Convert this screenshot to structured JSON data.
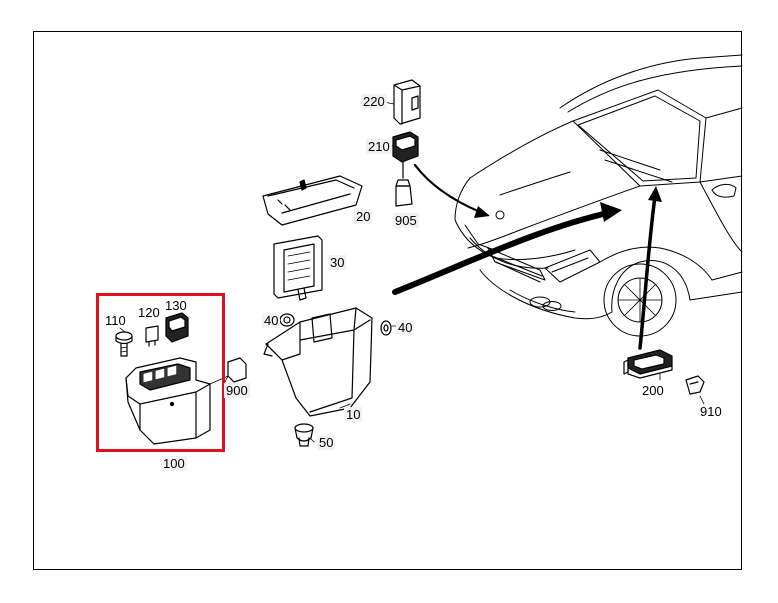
{
  "colors": {
    "highlight": "#e0101c",
    "line": "#000000",
    "label_bg": "#f2f2f2"
  },
  "callouts": {
    "c220": "220",
    "c210": "210",
    "c905": "905",
    "c20": "20",
    "c30": "30",
    "c40_left": "40",
    "c40_right": "40",
    "c110": "110",
    "c120": "120",
    "c130": "130",
    "c900": "900",
    "c10": "10",
    "c50": "50",
    "c100": "100",
    "c200": "200",
    "c910": "910"
  }
}
